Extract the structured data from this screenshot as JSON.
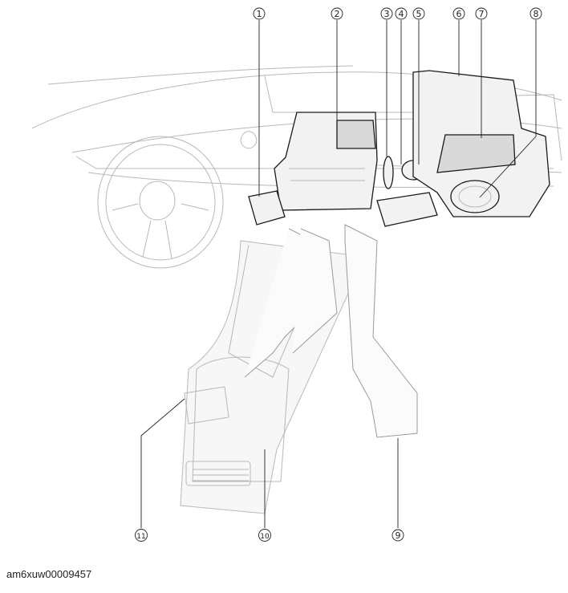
{
  "diagram": {
    "callouts": [
      {
        "id": "1",
        "label": "①"
      },
      {
        "id": "2",
        "label": "②"
      },
      {
        "id": "3",
        "label": "③"
      },
      {
        "id": "4",
        "label": "④"
      },
      {
        "id": "5",
        "label": "⑤"
      },
      {
        "id": "6",
        "label": "⑥"
      },
      {
        "id": "7",
        "label": "⑦"
      },
      {
        "id": "8",
        "label": "⑧"
      },
      {
        "id": "9",
        "label": "⑨"
      },
      {
        "id": "10",
        "label": "⑩"
      },
      {
        "id": "11",
        "label": "⑪"
      }
    ]
  },
  "figure_id": "am6xuw00009457"
}
